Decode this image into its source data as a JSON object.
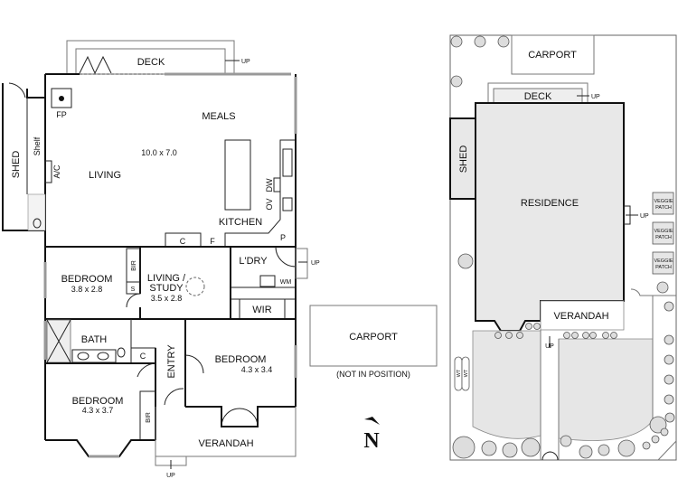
{
  "floor_plan": {
    "deck": "DECK",
    "up": "UP",
    "fp": "FP",
    "meals": "MEALS",
    "living_dims": "10.0 x 7.0",
    "living": "LIVING",
    "shed": "SHED",
    "shelf": "Shelf",
    "ac": "A/C",
    "dw": "DW",
    "ov": "OV",
    "kitchen": "KITCHEN",
    "c": "C",
    "f": "F",
    "p": "P",
    "laundry": "L'DRY",
    "wm": "WM",
    "wir": "WIR",
    "bedroom1": {
      "name": "BEDROOM",
      "dims": "3.8 x 2.8"
    },
    "bir": "BIR",
    "s": "S",
    "study": {
      "line1": "LIVING /",
      "line2": "STUDY",
      "dims": "3.5 x 2.8"
    },
    "bath": "BATH",
    "entry": "ENTRY",
    "bedroom2": {
      "name": "BEDROOM",
      "dims": "4.3 x 3.4"
    },
    "bedroom3": {
      "name": "BEDROOM",
      "dims": "4.3 x 3.7"
    },
    "verandah": "VERANDAH"
  },
  "carport_note": {
    "label": "CARPORT",
    "note": "(NOT IN POSITION)"
  },
  "north": "N",
  "site_plan": {
    "carport": "CARPORT",
    "deck": "DECK",
    "up": "UP",
    "shed": "SHED",
    "residence": "RESIDENCE",
    "veggie": [
      "VEGGIE",
      "PATCH"
    ],
    "verandah": "VERANDAH",
    "wt": "WT"
  }
}
